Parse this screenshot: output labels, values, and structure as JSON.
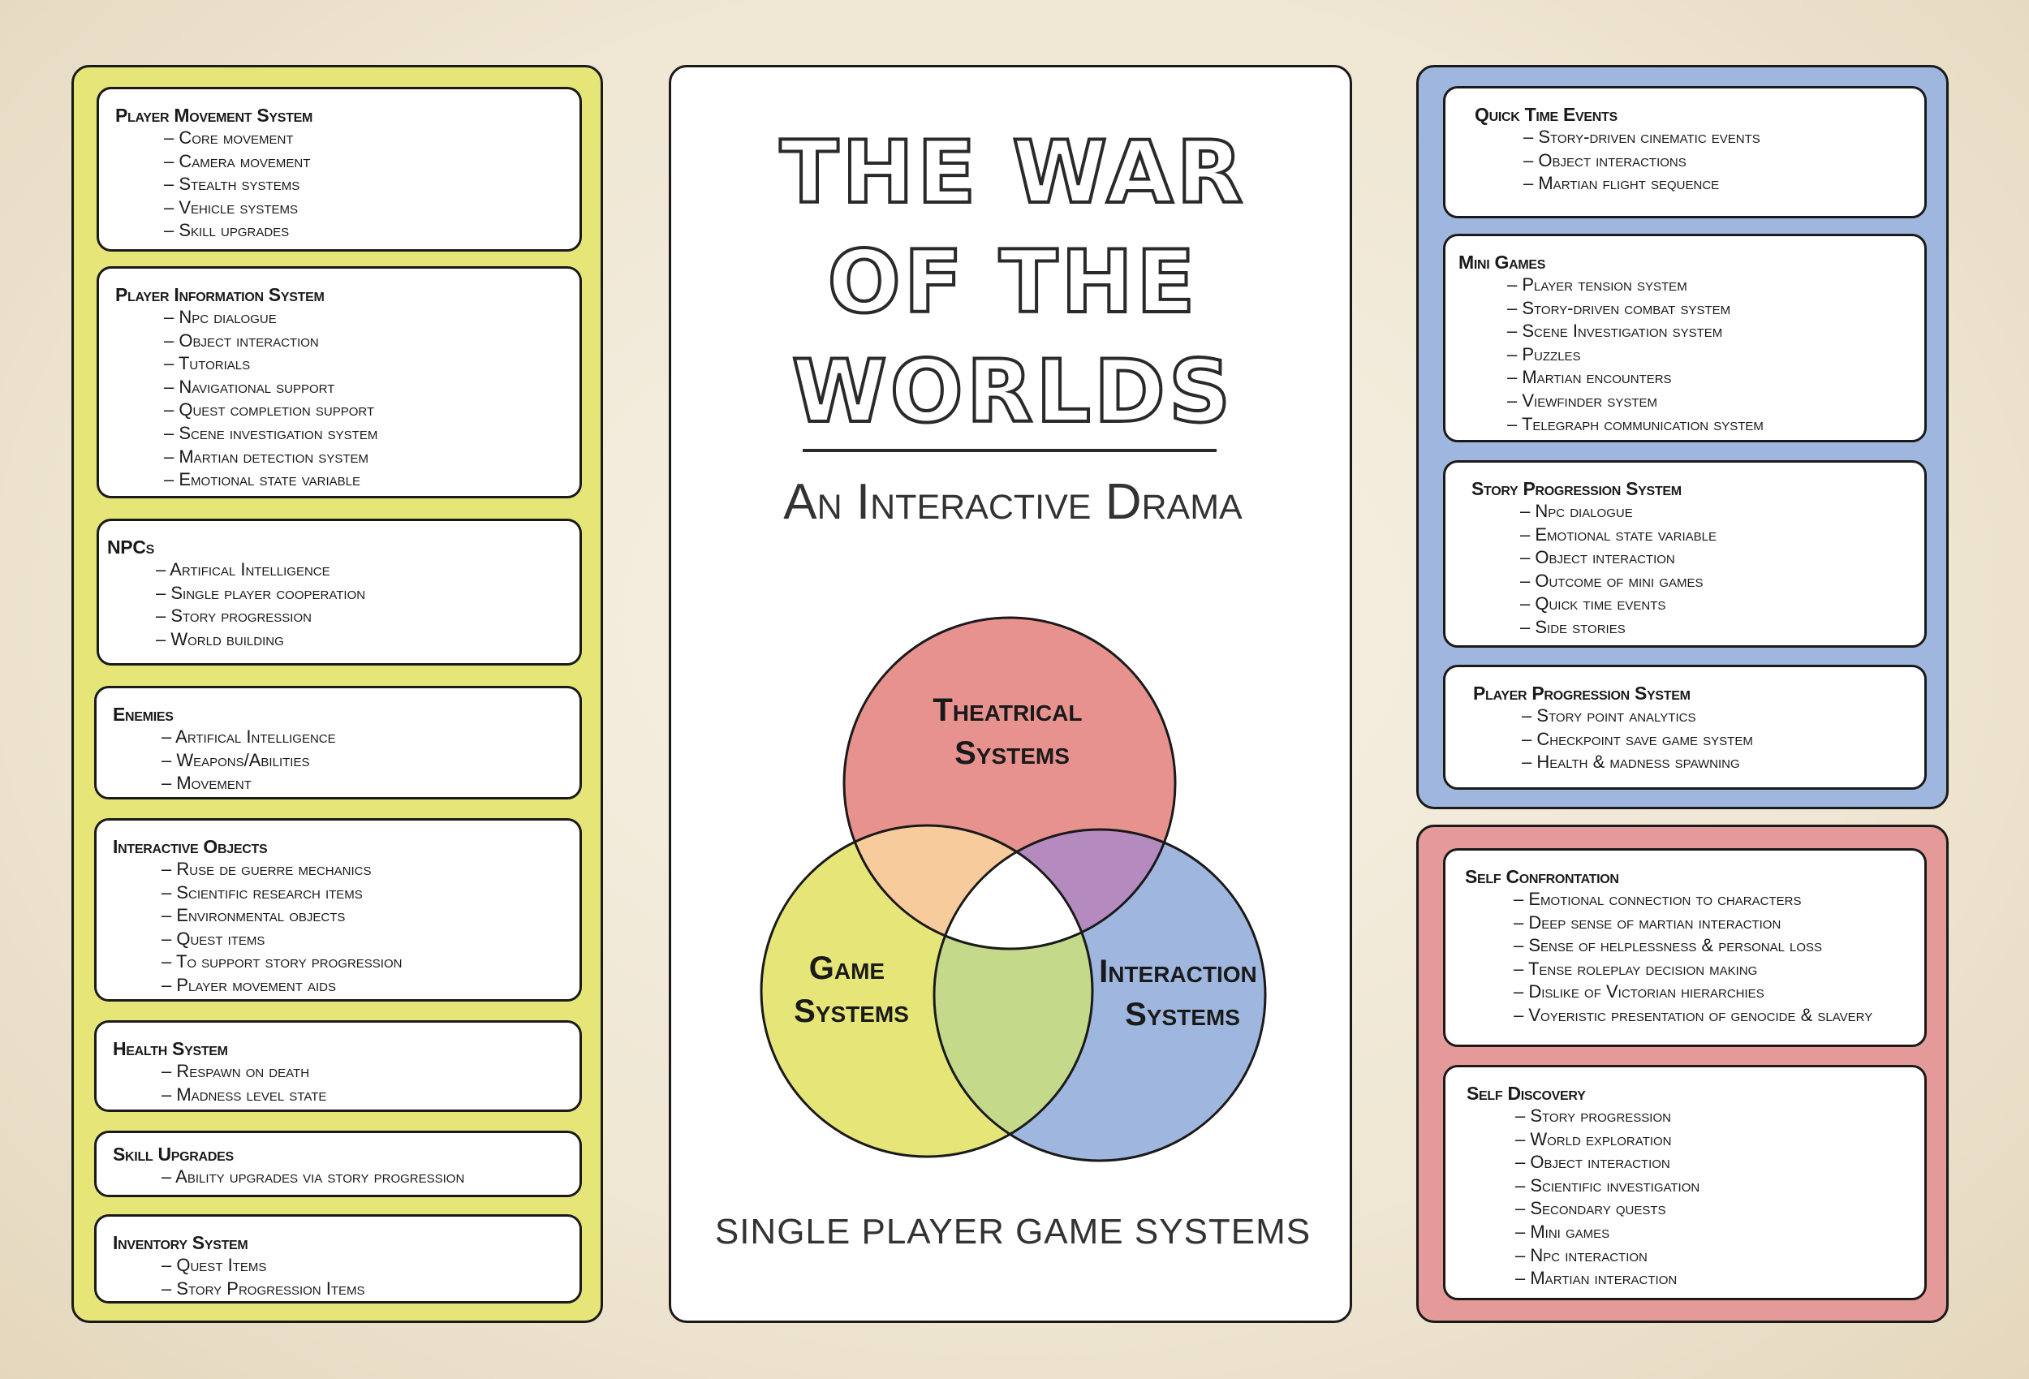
{
  "left_column": [
    {
      "title": "Player Movement System",
      "items": [
        "Core movement",
        "Camera movement",
        "Stealth systems",
        "Vehicle systems",
        "Skill upgrades"
      ]
    },
    {
      "title": "Player Information System",
      "items": [
        "Npc dialogue",
        "Object interaction",
        "Tutorials",
        "Navigational support",
        "Quest completion support",
        "Scene investigation system",
        "Martian detection system",
        "Emotional state variable"
      ]
    },
    {
      "title": "NPCs",
      "items": [
        "Artifical Intelligence",
        "Single player cooperation",
        "Story progression",
        "World building"
      ]
    },
    {
      "title": "Enemies",
      "items": [
        "Artifical Intelligence",
        "Weapons/Abilities",
        "Movement"
      ]
    },
    {
      "title": "Interactive Objects",
      "items": [
        "Ruse de guerre mechanics",
        "Scientific research items",
        "Environmental objects",
        "Quest items",
        "To support story progression",
        "Player movement aids"
      ]
    },
    {
      "title": "Health System",
      "items": [
        "Respawn on death",
        "Madness level state"
      ]
    },
    {
      "title": "Skill Upgrades",
      "items": [
        "Ability upgrades via story progression"
      ]
    },
    {
      "title": "Inventory System",
      "items": [
        "Quest Items",
        "Story Progression Items"
      ]
    }
  ],
  "center": {
    "title_lines": [
      "THE WAR",
      "OF THE",
      "WORLDS"
    ],
    "subtitle": "An Interactive Drama",
    "venn": {
      "top_label_lines": [
        "Theatrical",
        "Systems"
      ],
      "left_label_lines": [
        "Game",
        "Systems"
      ],
      "right_label_lines": [
        "Interaction",
        "Systems"
      ],
      "colors": {
        "top": "#e89290",
        "left": "#e6e678",
        "right": "#9fb6de",
        "top_left": "#f7cb9c",
        "top_right": "#b48abf",
        "left_right": "#c4d98a",
        "center": "#ffffff"
      }
    },
    "caption": "SINGLE PLAYER GAME SYSTEMS"
  },
  "right_blue": [
    {
      "title": "Quick Time Events",
      "items": [
        "Story-driven cinematic events",
        "Object interactions",
        "Martian flight sequence"
      ]
    },
    {
      "title": "Mini Games",
      "items": [
        "Player tension system",
        "Story-driven combat system",
        "Scene Investigation system",
        "Puzzles",
        "Martian encounters",
        "Viewfinder system",
        "Telegraph communication system"
      ]
    },
    {
      "title": "Story Progression System",
      "items": [
        "Npc dialogue",
        "Emotional state variable",
        "Object interaction",
        "Outcome of mini games",
        "Quick time events",
        "Side stories"
      ]
    },
    {
      "title": "Player Progression System",
      "items": [
        "Story point analytics",
        "Checkpoint save game system",
        "Health & madness spawning"
      ]
    }
  ],
  "right_red": [
    {
      "title": "Self Confrontation",
      "items": [
        "Emotional connection to characters",
        "Deep sense of martian interaction",
        "Sense of helplessness & personal loss",
        "Tense roleplay decision making",
        "Dislike of Victorian hierarchies",
        "Voyeristic presentation of genocide & slavery"
      ]
    },
    {
      "title": "Self Discovery",
      "items": [
        "Story progression",
        "World exploration",
        "Object interaction",
        "Scientific investigation",
        "Secondary quests",
        "Mini games",
        "Npc interaction",
        "Martian interaction"
      ]
    }
  ]
}
